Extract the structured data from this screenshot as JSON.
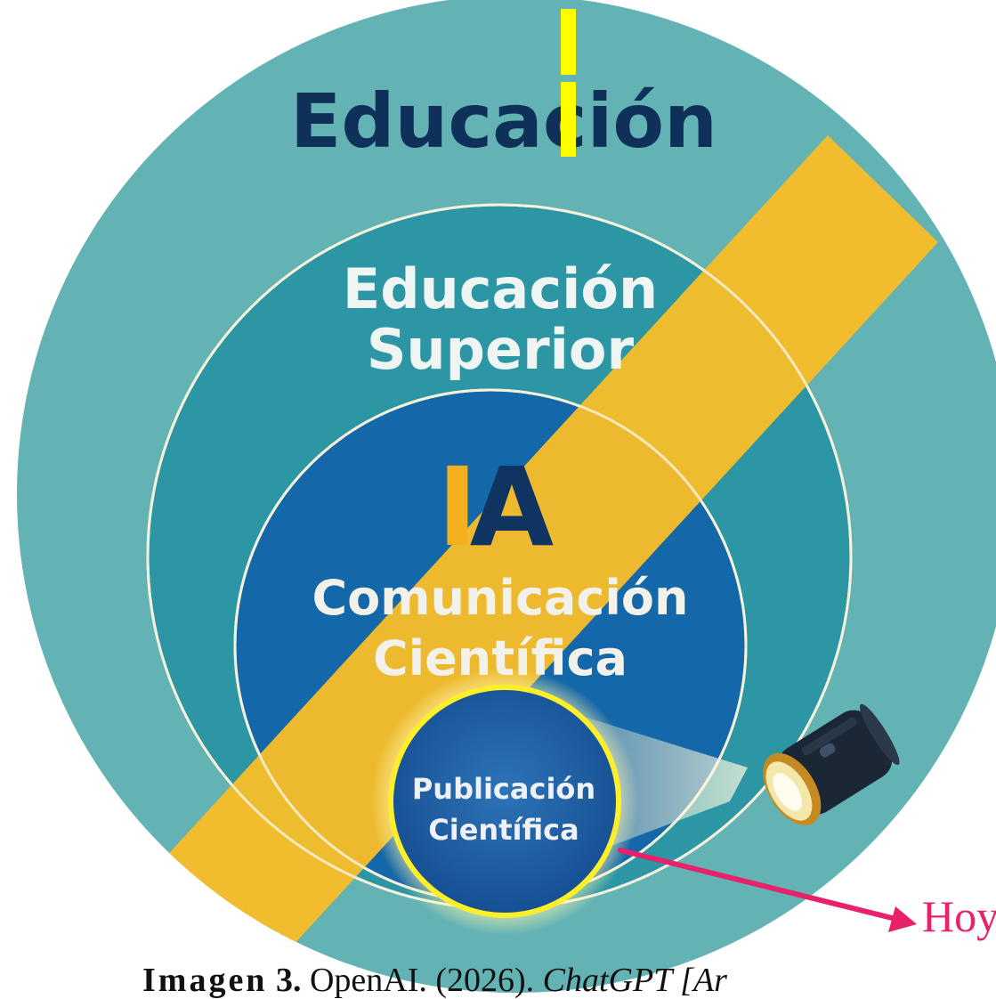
{
  "diagram": {
    "outer_circle": {
      "label": "Educación",
      "color": "#63b3b5"
    },
    "middle_circle": {
      "label_line1": "Educación",
      "label_line2": "Superior",
      "color": "#2c96a5"
    },
    "inner_circle": {
      "label_line1": "Comunicación",
      "label_line2": "Científica",
      "color": "#1467a8"
    },
    "ia_label": {
      "letter1": "I",
      "letter2": "A"
    },
    "small_circle": {
      "label_line1": "Publicación",
      "label_line2": "Científica",
      "color": "#1a5ea6",
      "ring_color": "#ffef28"
    },
    "band_color": "#f7bd2a",
    "flashlight_icon": "flashlight-icon",
    "arrow": {
      "label": "Hoy",
      "color": "#e8216b"
    }
  },
  "caption": {
    "label": "Imagen",
    "number": "3.",
    "author": "OpenAI. (2026).",
    "title": "ChatGPT [Ar"
  }
}
